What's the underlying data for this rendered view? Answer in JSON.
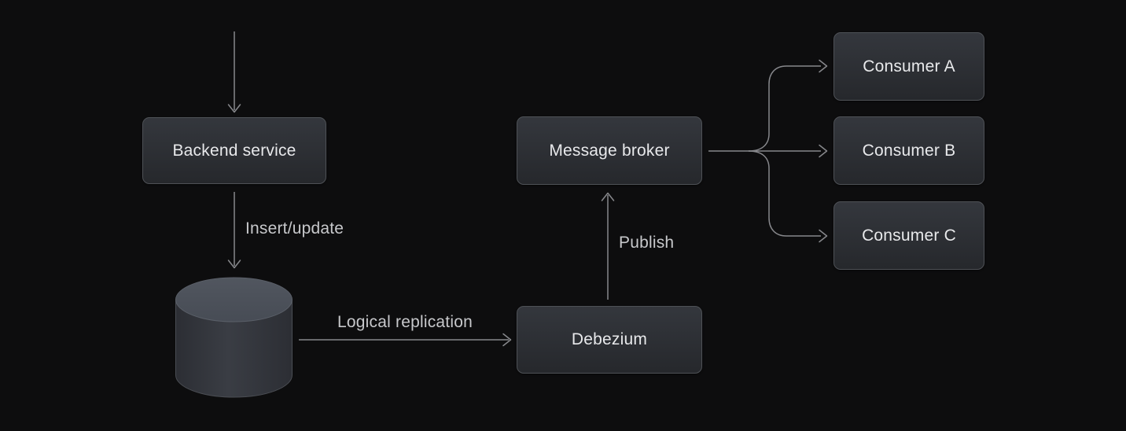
{
  "diagram": {
    "nodes": {
      "backend": {
        "label": "Backend service"
      },
      "database": {
        "shape": "cylinder-icon"
      },
      "debezium": {
        "label": "Debezium"
      },
      "message_broker": {
        "label": "Message broker"
      },
      "consumer_a": {
        "label": "Consumer A"
      },
      "consumer_b": {
        "label": "Consumer B"
      },
      "consumer_c": {
        "label": "Consumer C"
      }
    },
    "edge_labels": {
      "insert_update": "Insert/update",
      "logical_replication": "Logical replication",
      "publish": "Publish"
    },
    "colors": {
      "background": "#0d0d0e",
      "node_fill_top": "#34373d",
      "node_fill_bottom": "#26282c",
      "node_border": "#4e5156",
      "node_text": "#e8e9eb",
      "edge_label_text": "#c7c8cb",
      "arrow_line": "#87888c",
      "cylinder_top": "#4d525b",
      "cylinder_body": "#33363d"
    }
  }
}
